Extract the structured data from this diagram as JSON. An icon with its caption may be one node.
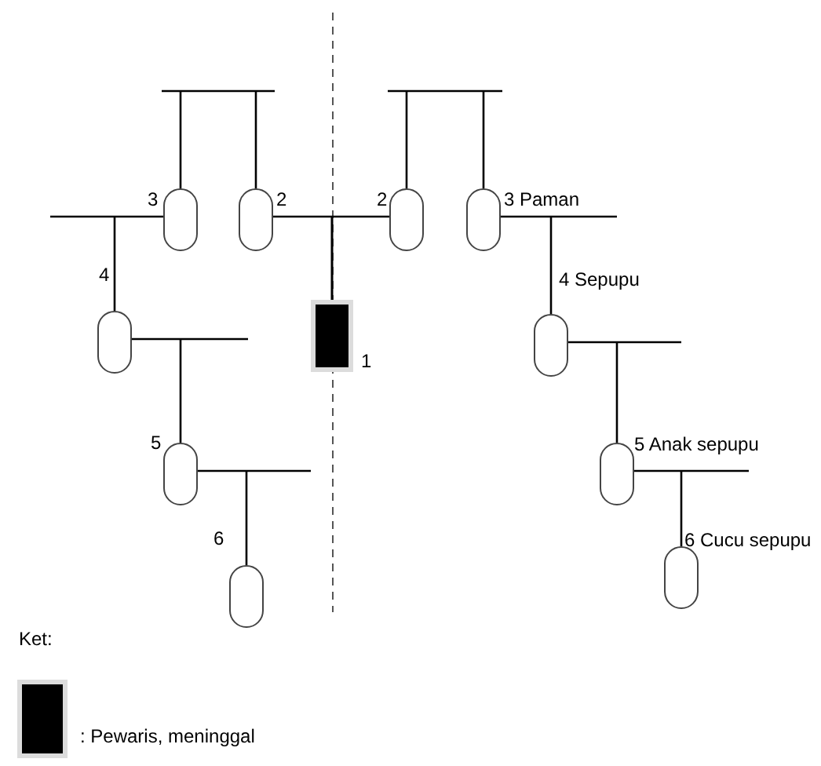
{
  "diagram": {
    "nodes": [
      {
        "text": [],
        "shape": "circle",
        "beside": [
          "3"
        ]
      },
      {
        "text": [],
        "shape": "circle",
        "beside": [
          "2"
        ]
      },
      {
        "text": [],
        "shape": "circle",
        "beside": [
          "2"
        ]
      },
      {
        "text": [],
        "shape": "circle",
        "beside": [
          "3 Paman"
        ]
      },
      {
        "text": [],
        "shape": "box",
        "beside": [
          "1"
        ]
      },
      {
        "text": [],
        "shape": "circle",
        "beside": [
          "4"
        ]
      },
      {
        "text": [],
        "shape": "circle",
        "beside": [
          "4 Sepupu"
        ]
      },
      {
        "text": [],
        "shape": "circle",
        "beside": [
          "5"
        ]
      },
      {
        "text": [],
        "shape": "circle",
        "beside": [
          "5 Anak sepupu"
        ]
      },
      {
        "text": [],
        "shape": "circle",
        "beside": [
          "6"
        ]
      },
      {
        "text": [],
        "shape": "circle",
        "beside": [
          "6 Cucu sepupu"
        ]
      }
    ],
    "edges": [
      {
        "from": 0,
        "to": 1,
        "arrow": "none"
      },
      {
        "from": 1,
        "to": 4,
        "arrow": "none"
      },
      {
        "from": 2,
        "to": 4,
        "arrow": "none"
      },
      {
        "from": 2,
        "to": 3,
        "arrow": "none"
      },
      {
        "from": 0,
        "to": 5,
        "arrow": "none"
      },
      {
        "from": 3,
        "to": 6,
        "arrow": "none"
      },
      {
        "from": 5,
        "to": 7,
        "arrow": "none"
      },
      {
        "from": 6,
        "to": 8,
        "arrow": "none"
      },
      {
        "from": 7,
        "to": 9,
        "arrow": "none"
      },
      {
        "from": 8,
        "to": 10,
        "arrow": "none"
      }
    ],
    "labels": [
      "Ket:"
    ],
    "legend": [
      {
        "text": ": Pewaris, meninggal",
        "color": "#000000"
      }
    ]
  }
}
